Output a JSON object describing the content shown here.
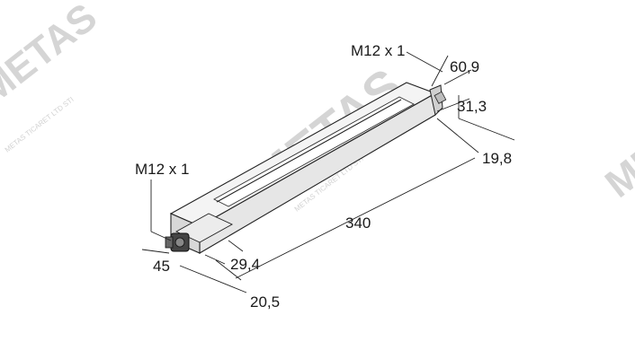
{
  "diagram": {
    "dimensions": {
      "connector_top": "M12 x 1",
      "width_top": "60,9",
      "height_top": "31,3",
      "depth_right": "19,8",
      "length": "340",
      "connector_left": "M12 x 1",
      "left_45": "45",
      "left_29_4": "29,4",
      "left_20_5": "20,5"
    },
    "watermark": {
      "brand": "METAS",
      "tagline": "METAS TICARET LTD STI"
    },
    "colors": {
      "line": "#222222",
      "body_fill": "#f2f2f2",
      "watermark": "#b4b4b4"
    }
  }
}
